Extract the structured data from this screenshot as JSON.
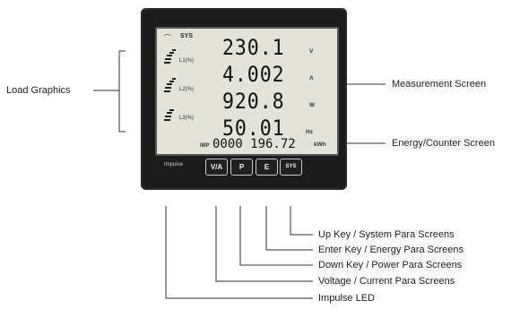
{
  "callouts": {
    "load_graphics": "Load Graphics",
    "measurement_screen": "Measurement Screen",
    "energy_counter_screen": "Energy/Counter Screen",
    "up_key": "Up Key / System Para Screens",
    "enter_key": "Enter Key / Energy Para Screens",
    "down_key": "Down Key / Power Para Screens",
    "voltage_key": "Voltage / Current Para Screens",
    "impulse_led": "Impulse LED"
  },
  "display": {
    "sys_label": "SYS",
    "readings": [
      {
        "value": "230.1",
        "unit": "V"
      },
      {
        "value": "4.002",
        "unit": "A"
      },
      {
        "value": "920.8",
        "unit": "W"
      },
      {
        "value": "50.01",
        "unit": "Hz"
      }
    ],
    "bars": [
      {
        "label": "L1(%)"
      },
      {
        "label": "L2(%)"
      },
      {
        "label": "L3(%)"
      }
    ],
    "energy": {
      "prefix": "IMP",
      "value": "0000 196.72",
      "unit": "kWh"
    }
  },
  "front_panel": {
    "brand": "Impulse",
    "keys": [
      {
        "label": "V/A"
      },
      {
        "label": "P"
      },
      {
        "label": "E"
      },
      {
        "label": "SYS"
      }
    ]
  },
  "colors": {
    "meter_body": "#1b1b1b",
    "lcd_background": "#e3e3d9",
    "line": "#333333"
  }
}
